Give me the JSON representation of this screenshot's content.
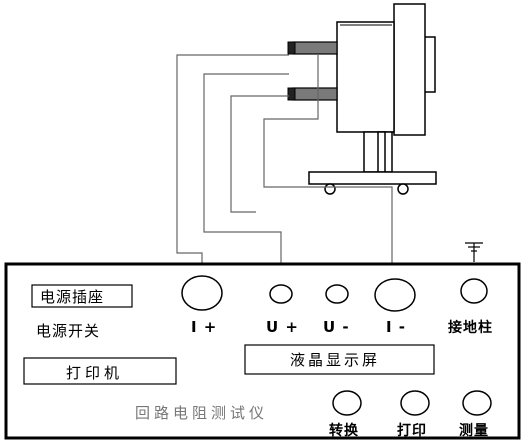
{
  "panel": {
    "power_socket": "电源插座",
    "power_switch": "电源开关",
    "printer": "打印机",
    "display": "液晶显示屏",
    "title": "回路电阻测试仪"
  },
  "terminals": {
    "i_plus": "I +",
    "u_plus": "U +",
    "u_minus": "U -",
    "i_minus": "I -",
    "ground": "接地柱"
  },
  "buttons": {
    "switch": "转换",
    "print": "打印",
    "measure": "测量"
  }
}
